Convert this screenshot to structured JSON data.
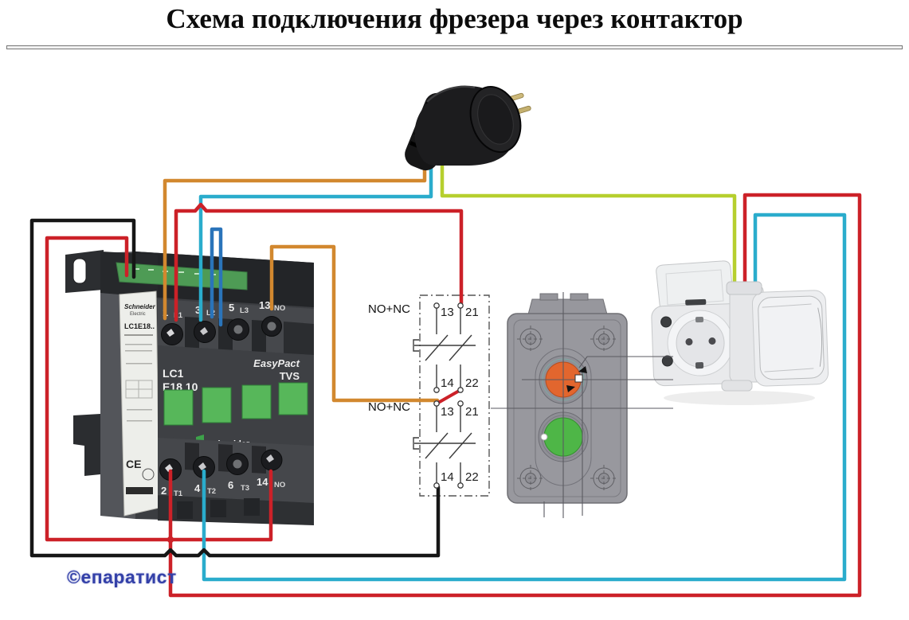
{
  "title": "Схема подключения фрезера через контактор",
  "watermark": "©епаратист",
  "contactor": {
    "side_label": {
      "brand": "Schneider",
      "brand_sub": "Electric",
      "model": "LC1E18..",
      "ce_mark": "CE"
    },
    "model": {
      "line1": "LC1",
      "line2": "E18 10"
    },
    "series": {
      "line1": "EasyPact",
      "line2": "TVS"
    },
    "logo": {
      "brand": "Schneider",
      "sub": "Electric"
    },
    "top_terminals": [
      {
        "num": "1",
        "label": "L1"
      },
      {
        "num": "3",
        "label": "L2"
      },
      {
        "num": "5",
        "label": "L3"
      },
      {
        "num": "13",
        "label": "NO"
      }
    ],
    "bottom_terminals": [
      {
        "num": "2",
        "label": "T1"
      },
      {
        "num": "4",
        "label": "T2"
      },
      {
        "num": "6",
        "label": "T3"
      },
      {
        "num": "14",
        "label": "NO"
      }
    ]
  },
  "schematic": {
    "blocks": [
      {
        "label": "NO+NC",
        "terminals": {
          "top_left": "13",
          "top_right": "21",
          "bottom_left": "14",
          "bottom_right": "22"
        }
      },
      {
        "label": "NO+NC",
        "terminals": {
          "top_left": "13",
          "top_right": "21",
          "bottom_left": "14",
          "bottom_right": "22"
        }
      }
    ]
  },
  "colors": {
    "wire_red": "#cc2128",
    "wire_cyan": "#2aaccc",
    "wire_orange": "#d2882f",
    "wire_yellow_green": "#b6cf2e",
    "wire_black": "#161616",
    "wire_blue": "#2a74ba",
    "button_orange": "#e2662e",
    "button_green": "#4eb647",
    "contactor_green": "#57b75a"
  }
}
